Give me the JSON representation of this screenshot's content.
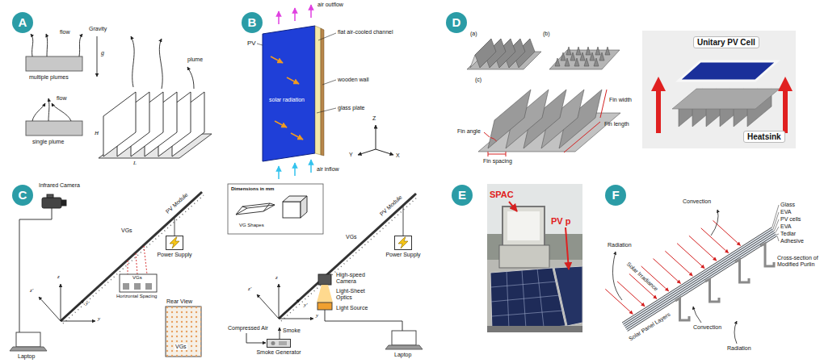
{
  "diagram": {
    "nodes": [
      {
        "text": [
          "A"
        ]
      },
      {
        "text": [
          "B"
        ]
      },
      {
        "text": [
          "D"
        ]
      },
      {
        "text": [
          "C"
        ]
      },
      {
        "text": [
          "Power Supply"
        ]
      },
      {
        "text": [
          "Power Supply"
        ]
      },
      {
        "text": [
          "Smoke Generator"
        ]
      },
      {
        "text": [
          "E"
        ]
      },
      {
        "text": [
          "F"
        ]
      }
    ],
    "labels": [
      "flow",
      "multiple plumes",
      "Gravity",
      "g",
      "plume",
      "flow",
      "single plume",
      "L",
      "H",
      "air outflow",
      "PV",
      "flat air-cooled channel",
      "solar radiation",
      "wooden wall",
      "glass plate",
      "air inflow",
      "Z",
      "Y",
      "X",
      "(a)",
      "(b)",
      "(c)",
      "Fin width",
      "Fin angle",
      "Fin length",
      "Fin spacing",
      "Unitary PV Cell",
      "Heatsink",
      "Infrared Camera",
      "PV Module",
      "VGs",
      "z",
      "z′",
      "y′",
      "y",
      "Laptop",
      "VGs",
      "Horizontal Spacing",
      "Rear View",
      "VGs",
      "Dimensions in mm",
      "VG Shapes",
      "PV Module",
      "VGs",
      "High-speed Camera",
      "Light-Sheet Optics",
      "Light Source",
      "z′",
      "z",
      "y′",
      "y",
      "Laptop",
      "Compressed Air",
      "Smoke",
      "SPAC",
      "PV p",
      "Solar Irradiance",
      "Radiation",
      "Convection",
      "Glass",
      "EVA",
      "PV cells",
      "EVA",
      "Tedlar",
      "Adhesive",
      "Cross-section of Modified Purlin",
      "Convection",
      "Radiation",
      "Solar Panel Layers"
    ]
  }
}
